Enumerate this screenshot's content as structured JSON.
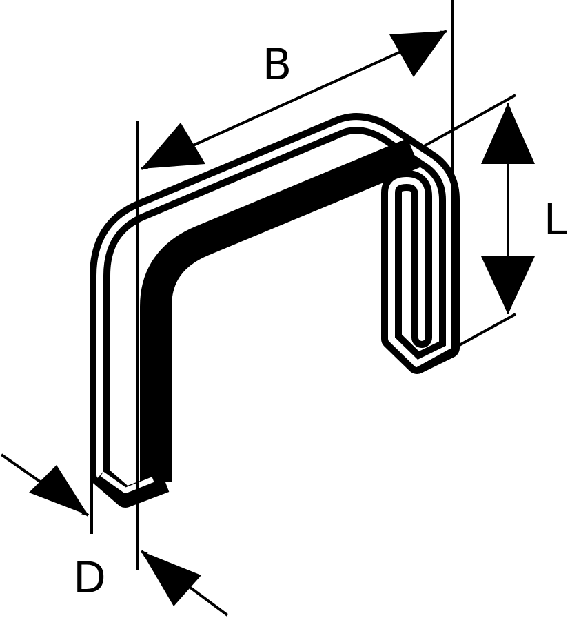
{
  "diagram": {
    "subject": "staple",
    "labels": {
      "width": "B",
      "length": "L",
      "diameter": "D"
    },
    "colors": {
      "ink": "#000000",
      "background": "#ffffff"
    }
  }
}
